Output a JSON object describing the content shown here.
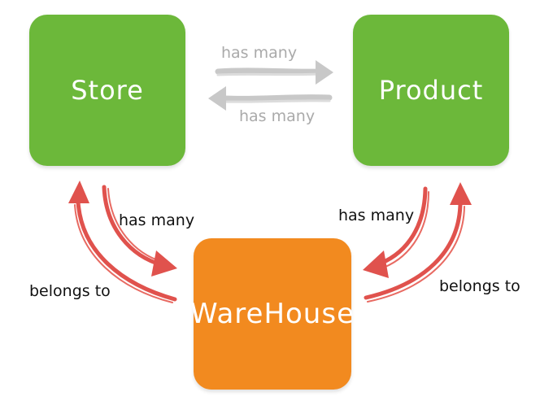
{
  "nodes": {
    "store": {
      "label": "Store",
      "color": "#6cb83a"
    },
    "product": {
      "label": "Product",
      "color": "#6cb83a"
    },
    "warehouse": {
      "label": "WareHouse",
      "color": "#f28a1f"
    }
  },
  "edges": {
    "store_to_product": {
      "label": "has many"
    },
    "product_to_store": {
      "label": "has many"
    },
    "store_to_warehouse": {
      "label": "has many"
    },
    "warehouse_to_store": {
      "label": "belongs to"
    },
    "product_to_warehouse": {
      "label": "has many"
    },
    "warehouse_to_product": {
      "label": "belongs to"
    }
  },
  "colors": {
    "relation_arrow": "#e0524d",
    "store_product_arrow": "#c8c8c8"
  }
}
